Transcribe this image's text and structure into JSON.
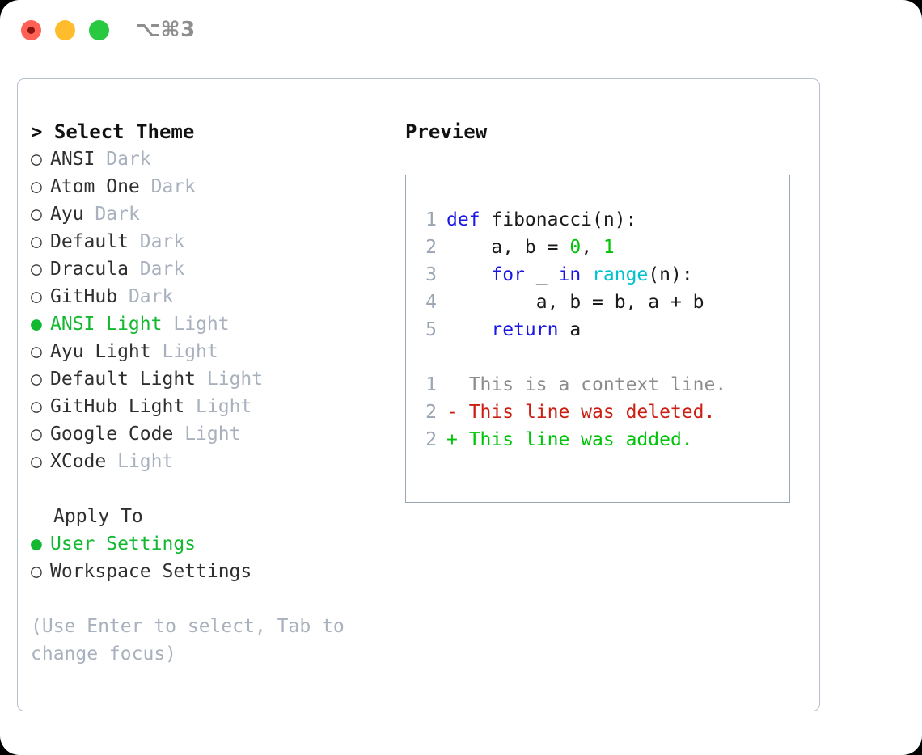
{
  "window": {
    "shortcut_label": "⌥⌘3",
    "controls": [
      {
        "name": "close",
        "color": "#ff6157"
      },
      {
        "name": "minimize",
        "color": "#ffbd2e"
      },
      {
        "name": "maximize",
        "color": "#28c840"
      }
    ]
  },
  "left": {
    "header": "> Select Theme",
    "themes": [
      {
        "bullet": "○",
        "name": "ANSI",
        "kind": "Dark",
        "selected": false
      },
      {
        "bullet": "○",
        "name": "Atom One",
        "kind": "Dark",
        "selected": false
      },
      {
        "bullet": "○",
        "name": "Ayu",
        "kind": "Dark",
        "selected": false
      },
      {
        "bullet": "○",
        "name": "Default",
        "kind": "Dark",
        "selected": false
      },
      {
        "bullet": "○",
        "name": "Dracula",
        "kind": "Dark",
        "selected": false
      },
      {
        "bullet": "○",
        "name": "GitHub",
        "kind": "Dark",
        "selected": false
      },
      {
        "bullet": "●",
        "name": "ANSI Light",
        "kind": "Light",
        "selected": true
      },
      {
        "bullet": "○",
        "name": "Ayu Light",
        "kind": "Light",
        "selected": false
      },
      {
        "bullet": "○",
        "name": "Default Light",
        "kind": "Light",
        "selected": false
      },
      {
        "bullet": "○",
        "name": "GitHub Light",
        "kind": "Light",
        "selected": false
      },
      {
        "bullet": "○",
        "name": "Google Code",
        "kind": "Light",
        "selected": false
      },
      {
        "bullet": "○",
        "name": "XCode",
        "kind": "Light",
        "selected": false
      }
    ],
    "apply_header": "Apply To",
    "apply_options": [
      {
        "bullet": "●",
        "label": "User Settings",
        "selected": true
      },
      {
        "bullet": "○",
        "label": "Workspace Settings",
        "selected": false
      }
    ],
    "hint": "(Use Enter to select, Tab to change focus)"
  },
  "right": {
    "header": "Preview",
    "code_lines": [
      {
        "num": "1",
        "tokens": [
          {
            "t": "def",
            "c": "kw"
          },
          {
            "t": " fibonacci(n):",
            "c": "plain"
          }
        ]
      },
      {
        "num": "2",
        "tokens": [
          {
            "t": "    a, b = ",
            "c": "plain"
          },
          {
            "t": "0",
            "c": "num"
          },
          {
            "t": ", ",
            "c": "plain"
          },
          {
            "t": "1",
            "c": "num"
          }
        ]
      },
      {
        "num": "3",
        "tokens": [
          {
            "t": "    ",
            "c": "plain"
          },
          {
            "t": "for",
            "c": "kw"
          },
          {
            "t": " _ ",
            "c": "plain"
          },
          {
            "t": "in",
            "c": "kw"
          },
          {
            "t": " ",
            "c": "plain"
          },
          {
            "t": "range",
            "c": "fn"
          },
          {
            "t": "(n):",
            "c": "plain"
          }
        ]
      },
      {
        "num": "4",
        "tokens": [
          {
            "t": "        a, b = b, a + b",
            "c": "plain"
          }
        ]
      },
      {
        "num": "5",
        "tokens": [
          {
            "t": "    ",
            "c": "plain"
          },
          {
            "t": "return",
            "c": "kw"
          },
          {
            "t": " a",
            "c": "plain"
          }
        ]
      }
    ],
    "diff_lines": [
      {
        "num": "1",
        "marker": "  ",
        "text": "This is a context line.",
        "kind": "ctx"
      },
      {
        "num": "2",
        "marker": "- ",
        "text": "This line was deleted.",
        "kind": "del"
      },
      {
        "num": "2",
        "marker": "+ ",
        "text": "This line was added.",
        "kind": "add"
      }
    ]
  },
  "colors": {
    "accent_green": "#12b830",
    "muted": "#a8b1bd",
    "keyword": "#1a16e8",
    "function": "#00c2cf",
    "number": "#00c40a",
    "diff_delete": "#cc1f14",
    "diff_add": "#00c40a",
    "border": "#b9c1cc"
  }
}
